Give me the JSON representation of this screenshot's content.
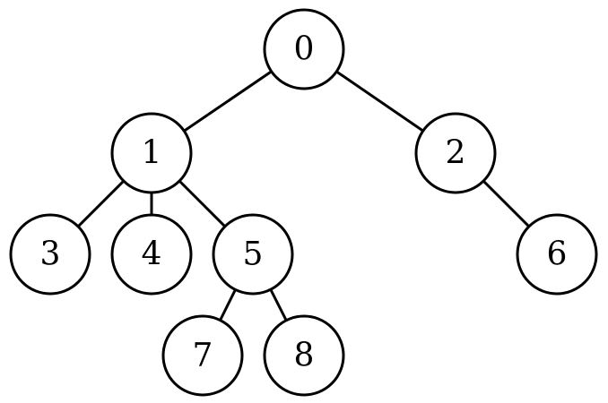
{
  "tree": {
    "nodes": [
      {
        "id": "0",
        "label": "0"
      },
      {
        "id": "1",
        "label": "1"
      },
      {
        "id": "2",
        "label": "2"
      },
      {
        "id": "3",
        "label": "3"
      },
      {
        "id": "4",
        "label": "4"
      },
      {
        "id": "5",
        "label": "5"
      },
      {
        "id": "6",
        "label": "6"
      },
      {
        "id": "7",
        "label": "7"
      },
      {
        "id": "8",
        "label": "8"
      }
    ],
    "edges": [
      {
        "from": "0",
        "to": "1"
      },
      {
        "from": "0",
        "to": "2"
      },
      {
        "from": "1",
        "to": "3"
      },
      {
        "from": "1",
        "to": "4"
      },
      {
        "from": "1",
        "to": "5"
      },
      {
        "from": "2",
        "to": "6"
      },
      {
        "from": "5",
        "to": "7"
      },
      {
        "from": "5",
        "to": "8"
      }
    ],
    "colors": {
      "stroke": "#000000",
      "fill": "#ffffff",
      "text": "#000000"
    }
  }
}
